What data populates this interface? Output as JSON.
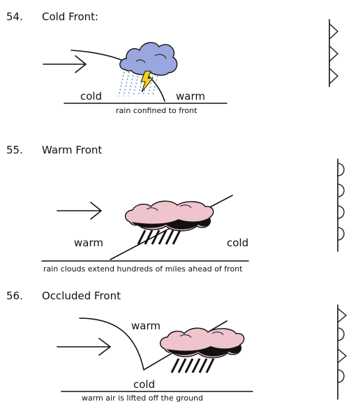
{
  "sections": [
    {
      "number": "54.",
      "title": "Cold Front:",
      "left_label": "cold",
      "right_label": "warm",
      "caption": "rain confined to front",
      "symbol": "cold-front-triangles"
    },
    {
      "number": "55.",
      "title": "Warm Front",
      "left_label": "warm",
      "right_label": "cold",
      "caption": "rain clouds extend hundreds of miles ahead of front",
      "symbol": "warm-front-semicircles"
    },
    {
      "number": "56.",
      "title": "Occluded Front",
      "left_label": "warm",
      "right_label": "cold",
      "caption": "warm air is lifted off the ground",
      "symbol": "occluded-front-alternating"
    }
  ],
  "colors": {
    "line": "#111111",
    "cold_cloud": "#9aa6de",
    "warm_cloud": "#efc4cc",
    "rain": "#4a78c8",
    "lightning": "#f2d21b"
  }
}
